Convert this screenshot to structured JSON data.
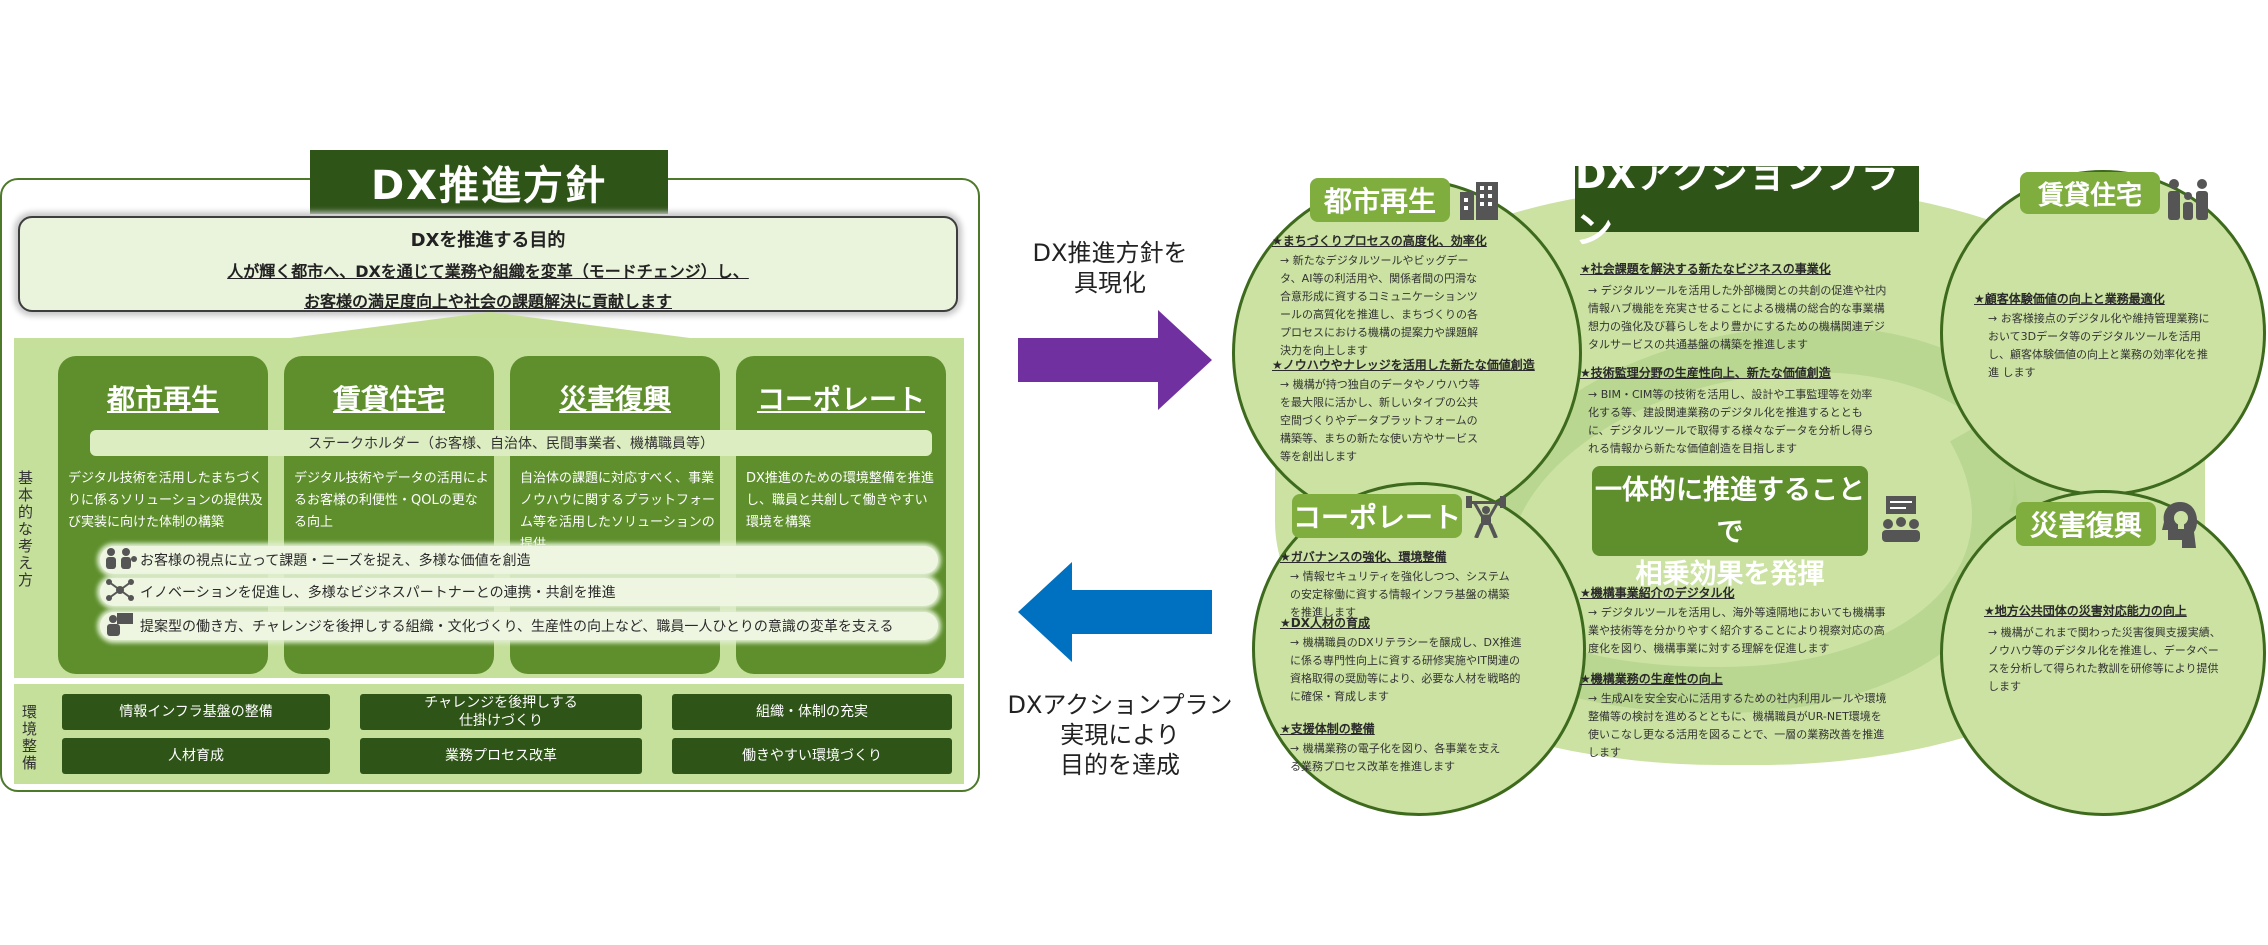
{
  "policy": {
    "title": "DX推進方針",
    "purpose_title": "DXを推進する目的",
    "purpose_line1": "人が輝く都市へ、DXを通じて業務や組織を変革（モードチェンジ）し、",
    "purpose_line2": "お客様の満足度向上や社会の課題解決に貢献します",
    "basic_label": "基本的な考え方",
    "env_label": "環境整備",
    "pillars": [
      {
        "title": "都市再生",
        "text": "デジタル技術を活用したまちづくりに係るソリューションの提供及び実装に向けた体制の構築"
      },
      {
        "title": "賃貸住宅",
        "text": "デジタル技術やデータの活用によるお客様の利便性・QOLの更なる向上"
      },
      {
        "title": "災害復興",
        "text": "自治体の課題に対応すべく、事業ノウハウに関するプラットフォーム等を活用したソリューションの提供"
      },
      {
        "title": "コーポレート",
        "text": "DX推進のための環境整備を推進し、職員と共創して働きやすい 環境を構築"
      }
    ],
    "stakeholder": "ステークホルダー（お客様、自治体、民間事業者、機構職員等）",
    "principles": [
      {
        "icon": "people-icon",
        "text": "お客様の視点に立って課題・ニーズを捉え、多様な価値を創造"
      },
      {
        "icon": "network-icon",
        "text": "イノベーションを促進し、多様なビジネスパートナーとの連携・共創を推進"
      },
      {
        "icon": "presenter-icon",
        "text": "提案型の働き方、チャレンジを後押しする組織・文化づくり、生産性の向上など、職員一人ひとりの意識の変革を支える"
      }
    ],
    "env_items": [
      "情報インフラ基盤の整備",
      "チャレンジを後押しする\n仕掛けづくり",
      "組織・体制の充実",
      "人材育成",
      "業務プロセス改革",
      "働きやすい環境づくり"
    ]
  },
  "center": {
    "top_caption": "DX推進方針を\n具現化",
    "bottom_caption": "DXアクションプラン\n実現により\n目的を達成",
    "colors": {
      "arrow_right": "#7030a0",
      "arrow_left": "#0070c0"
    }
  },
  "action": {
    "title": "DXアクションプラン",
    "center_text1": "一体的に推進することで",
    "center_text2": "相乗効果を発揮",
    "city": {
      "tag": "都市再生",
      "items": [
        {
          "head": "★まちづくりプロセスの高度化、効率化",
          "body": "→ 新たなデジタルツールやビッグデータ、AI等の利活用や、関係者間の円滑な合意形成に資するコミュニケーションツールの高質化を推進し、まちづくりの各プロセスにおける機構の提案力や課題解決力を向上します"
        },
        {
          "head": "★ノウハウやナレッジを活用した新たな価値創造",
          "body": "→ 機構が持つ独自のデータやノウハウ等を最大限に活かし、新しいタイプの公共空間づくりやデータプラットフォームの構築等、まちの新たな使い方やサービス等を創出します"
        }
      ]
    },
    "middle_top": {
      "items": [
        {
          "head": "★社会課題を解決する新たなビジネスの事業化",
          "body": "→ デジタルツールを活用した外部機関との共創の促進や社内情報ハブ機能を充実させることによる機構の総合的な事業構想力の強化及び暮らしをより豊かにするための機構関連デジタルサービスの共通基盤の構築を推進します"
        },
        {
          "head": "★技術監理分野の生産性向上、新たな価値創造",
          "body": "→ BIM・CIM等の技術を活用し、設計や工事監理等を効率化する等、建設関連業務のデジタル化を推進するとともに、デジタルツールで取得する様々なデータを分析し得られる情報から新たな価値創造を目指します"
        }
      ]
    },
    "rental": {
      "tag": "賃貸住宅",
      "items": [
        {
          "head": "★顧客体験価値の向上と業務最適化",
          "body": "→ お客様接点のデジタル化や維持管理業務に おいて3Dデータ等のデジタルツールを活用し、顧客体験価値の向上と業務の効率化を推進 します"
        }
      ]
    },
    "corporate": {
      "tag": "コーポレート",
      "items": [
        {
          "head": "★ガバナンスの強化、環境整備",
          "body": "→ 情報セキュリティを強化しつつ、システムの安定稼働に資する情報インフラ基盤の構築を推進します"
        },
        {
          "head": "★DX人材の育成",
          "body": "→ 機構職員のDXリテラシーを醸成し、DX推進に係る専門性向上に資する研修実施やIT関連の資格取得の奨励等により、必要な人材を戦略的に確保・育成します"
        },
        {
          "head": "★支援体制の整備",
          "body": "→ 機構業務の電子化を図り、各事業を支える業務プロセス改革を推進します"
        }
      ]
    },
    "middle_bottom": {
      "items": [
        {
          "head": "★機構事業紹介のデジタル化",
          "body": "→ デジタルツールを活用し、海外等遠隔地においても機構事業や技術等を分かりやすく紹介することにより視察対応の高度化を図り、機構事業に対する理解を促進します"
        },
        {
          "head": "★機構業務の生産性の向上",
          "body": "→ 生成AIを安全安心に活用するための社内利用ルールや環境整備等の検討を進めるとともに、機構職員がUR-NET環境を使いこなし更なる活用を図ることで、一層の業務改善を推進します"
        }
      ]
    },
    "disaster": {
      "tag": "災害復興",
      "items": [
        {
          "head": "★地方公共団体の災害対応能力の向上",
          "body": "→ 機構がこれまで関わった災害復興支援実績、ノウハウ等のデジタル化を推進し、データベースを分析して得られた教訓を研修等により提供します"
        }
      ]
    },
    "icons": {
      "city": "building-icon",
      "rental": "family-icon",
      "corporate": "weightlifter-icon",
      "disaster": "lightbulb-head-icon",
      "center": "meeting-icon"
    }
  }
}
